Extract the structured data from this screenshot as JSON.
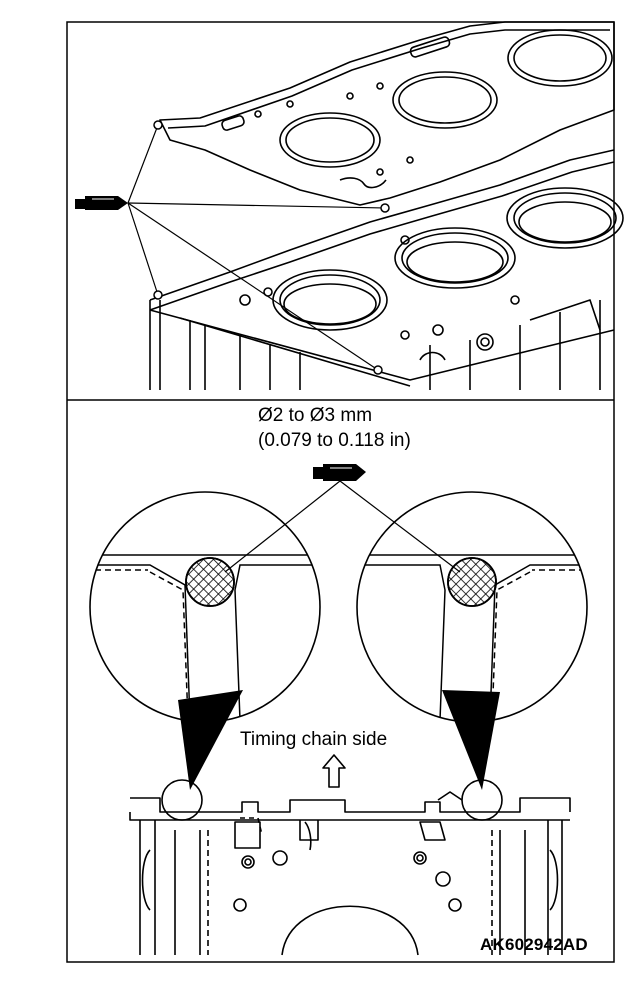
{
  "labels": {
    "bead_size_mm": "Ø2 to Ø3 mm",
    "bead_size_in": "(0.079 to 0.118 in)",
    "timing_chain_side": "Timing chain side",
    "figure_code": "AK602942AD"
  },
  "icons": [
    "sealant-tube-icon",
    "up-arrow-icon"
  ]
}
